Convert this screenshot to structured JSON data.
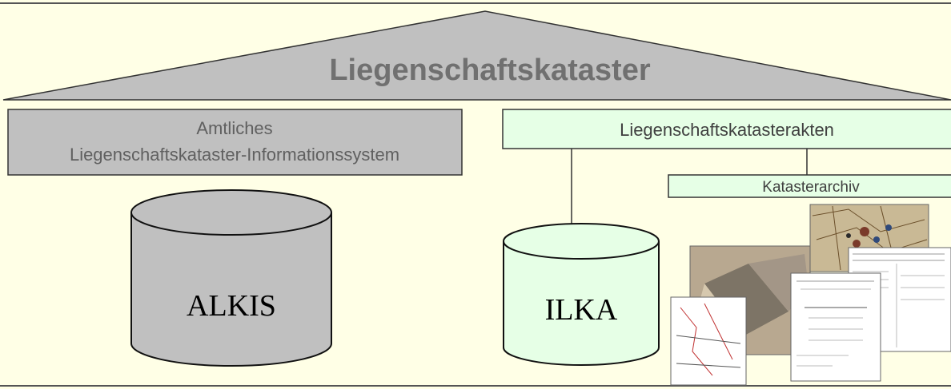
{
  "roof": {
    "title": "Liegenschaftskataster"
  },
  "alkis_box": {
    "line1": "Amtliches",
    "line2": "Liegenschaftskataster-Informationssystem"
  },
  "akten_box": {
    "label": "Liegenschaftskatasterakten"
  },
  "archiv_box": {
    "label": "Katasterarchiv"
  },
  "cylinders": {
    "alkis": "ALKIS",
    "ilka": "ILKA"
  },
  "colors": {
    "background": "#FFFFE6",
    "roof_fill": "#C0C0C0",
    "alkis_fill": "#C0C0C0",
    "akten_fill": "#E6FFE6",
    "title_text": "#707070",
    "alkis_text": "#606060"
  }
}
